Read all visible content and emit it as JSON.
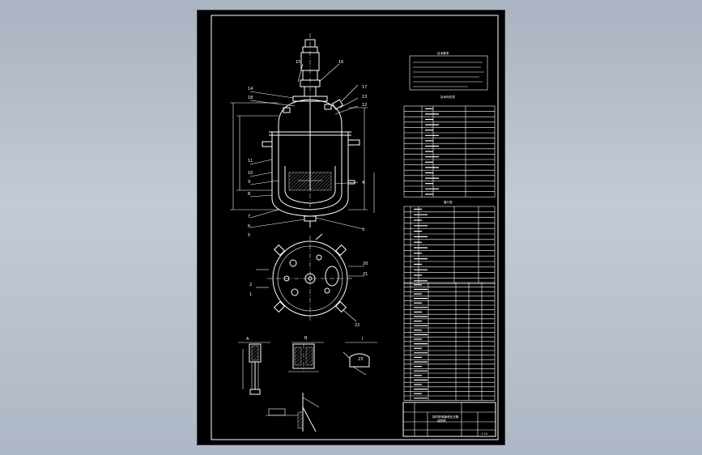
{
  "drawing": {
    "title_lines": [
      "钢衬玻璃搪瓷反应罐",
      "装配图"
    ],
    "notes_block": [
      "技术要求"
    ],
    "spec_table_title": "技术特性表",
    "nozzle_table_title": "管口表",
    "scale_label": "1:10"
  },
  "balloons": [
    "15",
    "16",
    "14",
    "17",
    "13",
    "12",
    "18",
    "11",
    "10",
    "9",
    "8",
    "7",
    "6",
    "5",
    "4",
    "3",
    "2",
    "1",
    "20",
    "21",
    "22",
    "23"
  ],
  "views": {
    "section_a_label": "A",
    "section_b_label": "B",
    "detail_label": "I"
  }
}
